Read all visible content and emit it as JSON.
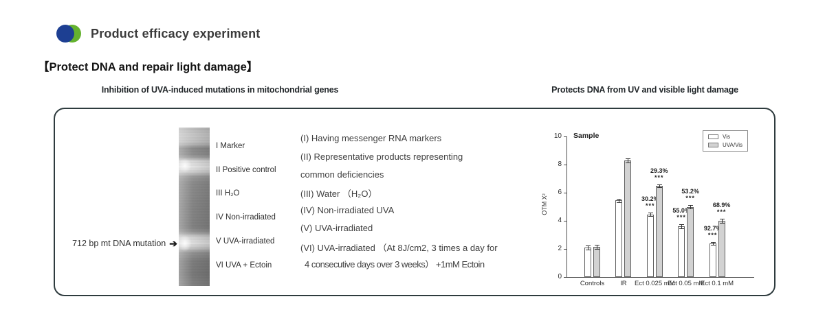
{
  "header": {
    "title": "Product efficacy experiment"
  },
  "section_title": "【Protect DNA and repair light damage】",
  "captions": {
    "left": "Inhibition of UVA-induced mutations in mitochondrial genes",
    "right": "Protects DNA from UV and visible light damage"
  },
  "colors": {
    "accent_blue": "#1d3f92",
    "accent_green": "#64b22f",
    "bar_gray": "#d2d2d2",
    "bar_white": "#ffffff"
  },
  "gel": {
    "arrow_label": "712 bp mt DNA mutation",
    "arrow_icon": "right-arrow",
    "lane_labels": [
      "I Marker",
      "II Positive control",
      "III H₂O",
      "IV Non-irradiated",
      "V UVA-irradiated",
      "VI UVA + Ectoin"
    ]
  },
  "legend_notes": [
    "(I)  Having messenger RNA markers",
    "(II)  Representative products representing",
    "common deficiencies",
    "(III)  Water （H₂O）",
    "(IV)  Non-irradiated UVA",
    "(V)  UVA-irradiated",
    "(VI)  UVA-irradiated （At 8J/cm2, 3 times a day for",
    "4 consecutive days over 3 weeks） +1mM Ectoin"
  ],
  "chart_data": {
    "type": "bar",
    "title": "Sample",
    "ylabel": "OTM X²",
    "ylim": [
      0,
      10
    ],
    "yticks": [
      0,
      2,
      4,
      6,
      8,
      10
    ],
    "grid": false,
    "legend_position": "top-right",
    "categories": [
      "Controls",
      "IR",
      "Ect 0.025 mM",
      "Ect 0.05 mM",
      "Ect 0.1 mM"
    ],
    "series": [
      {
        "name": "Vis",
        "fill": "#ffffff",
        "values": [
          2.1,
          5.45,
          4.45,
          3.6,
          2.4
        ],
        "errors": [
          0.15,
          0.12,
          0.12,
          0.15,
          0.1
        ],
        "labels": [
          null,
          null,
          "30.2%",
          "55.0%",
          "92.7%"
        ],
        "sigs": [
          null,
          null,
          "***",
          "***",
          "***"
        ]
      },
      {
        "name": "UVA/Vis",
        "fill": "#d2d2d2",
        "values": [
          2.15,
          8.3,
          6.5,
          5.0,
          4.0
        ],
        "errors": [
          0.15,
          0.15,
          0.1,
          0.12,
          0.15
        ],
        "labels": [
          null,
          null,
          "29.3%",
          "53.2%",
          "68.9%"
        ],
        "sigs": [
          null,
          null,
          "***",
          "***",
          "***"
        ]
      }
    ]
  }
}
